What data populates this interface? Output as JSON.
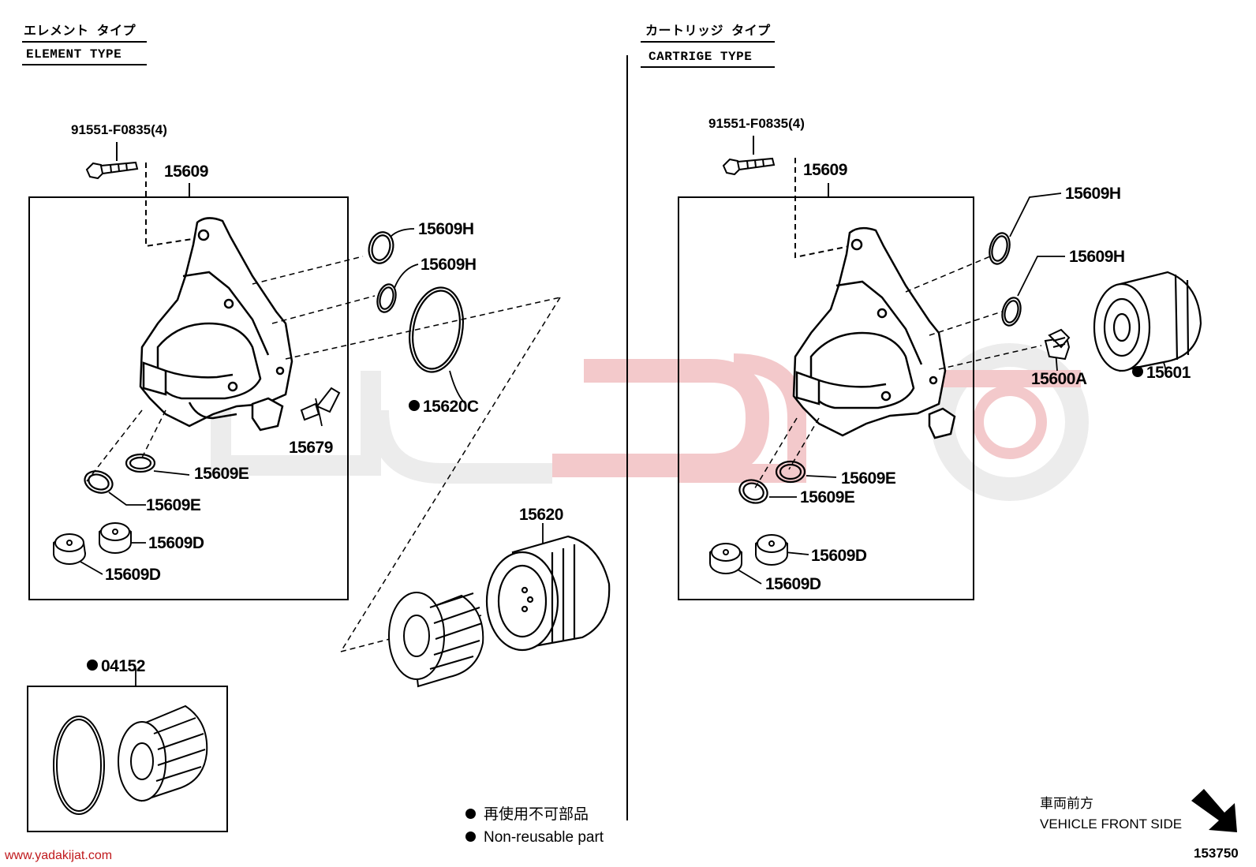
{
  "left_section": {
    "header_jp": "エレメント タイプ",
    "header_en": "ELEMENT TYPE",
    "bolt_label": "91551-F0835(4)",
    "assembly_label": "15609",
    "labels": {
      "o_ring_upper": "15609H",
      "o_ring_lower": "15609H",
      "gasket_large": "15620C",
      "union": "15679",
      "o_ring_e1": "15609E",
      "o_ring_e2": "15609E",
      "plug_d1": "15609D",
      "plug_d2": "15609D",
      "cap_assembly": "15620",
      "element_kit": "04152"
    }
  },
  "right_section": {
    "header_jp": "カートリッジ タイプ",
    "header_en": "CARTRIGE TYPE",
    "bolt_label": "91551-F0835(4)",
    "assembly_label": "15609",
    "labels": {
      "o_ring_upper": "15609H",
      "o_ring_lower": "15609H",
      "union_bolt": "15600A",
      "filter": "15601",
      "o_ring_e1": "15609E",
      "o_ring_e2": "15609E",
      "plug_d1": "15609D",
      "plug_d2": "15609D"
    }
  },
  "legend": {
    "jp": "再使用不可部品",
    "en": "Non-reusable part"
  },
  "direction": {
    "jp": "車両前方",
    "en": "VEHICLE FRONT SIDE"
  },
  "diagram_id": "153750",
  "watermark_url": "www.yadakijat.com",
  "colors": {
    "line": "#000000",
    "watermark_gray": "#e9e9e9",
    "watermark_red": "#f2c6c8",
    "url_red": "#c0181c"
  }
}
